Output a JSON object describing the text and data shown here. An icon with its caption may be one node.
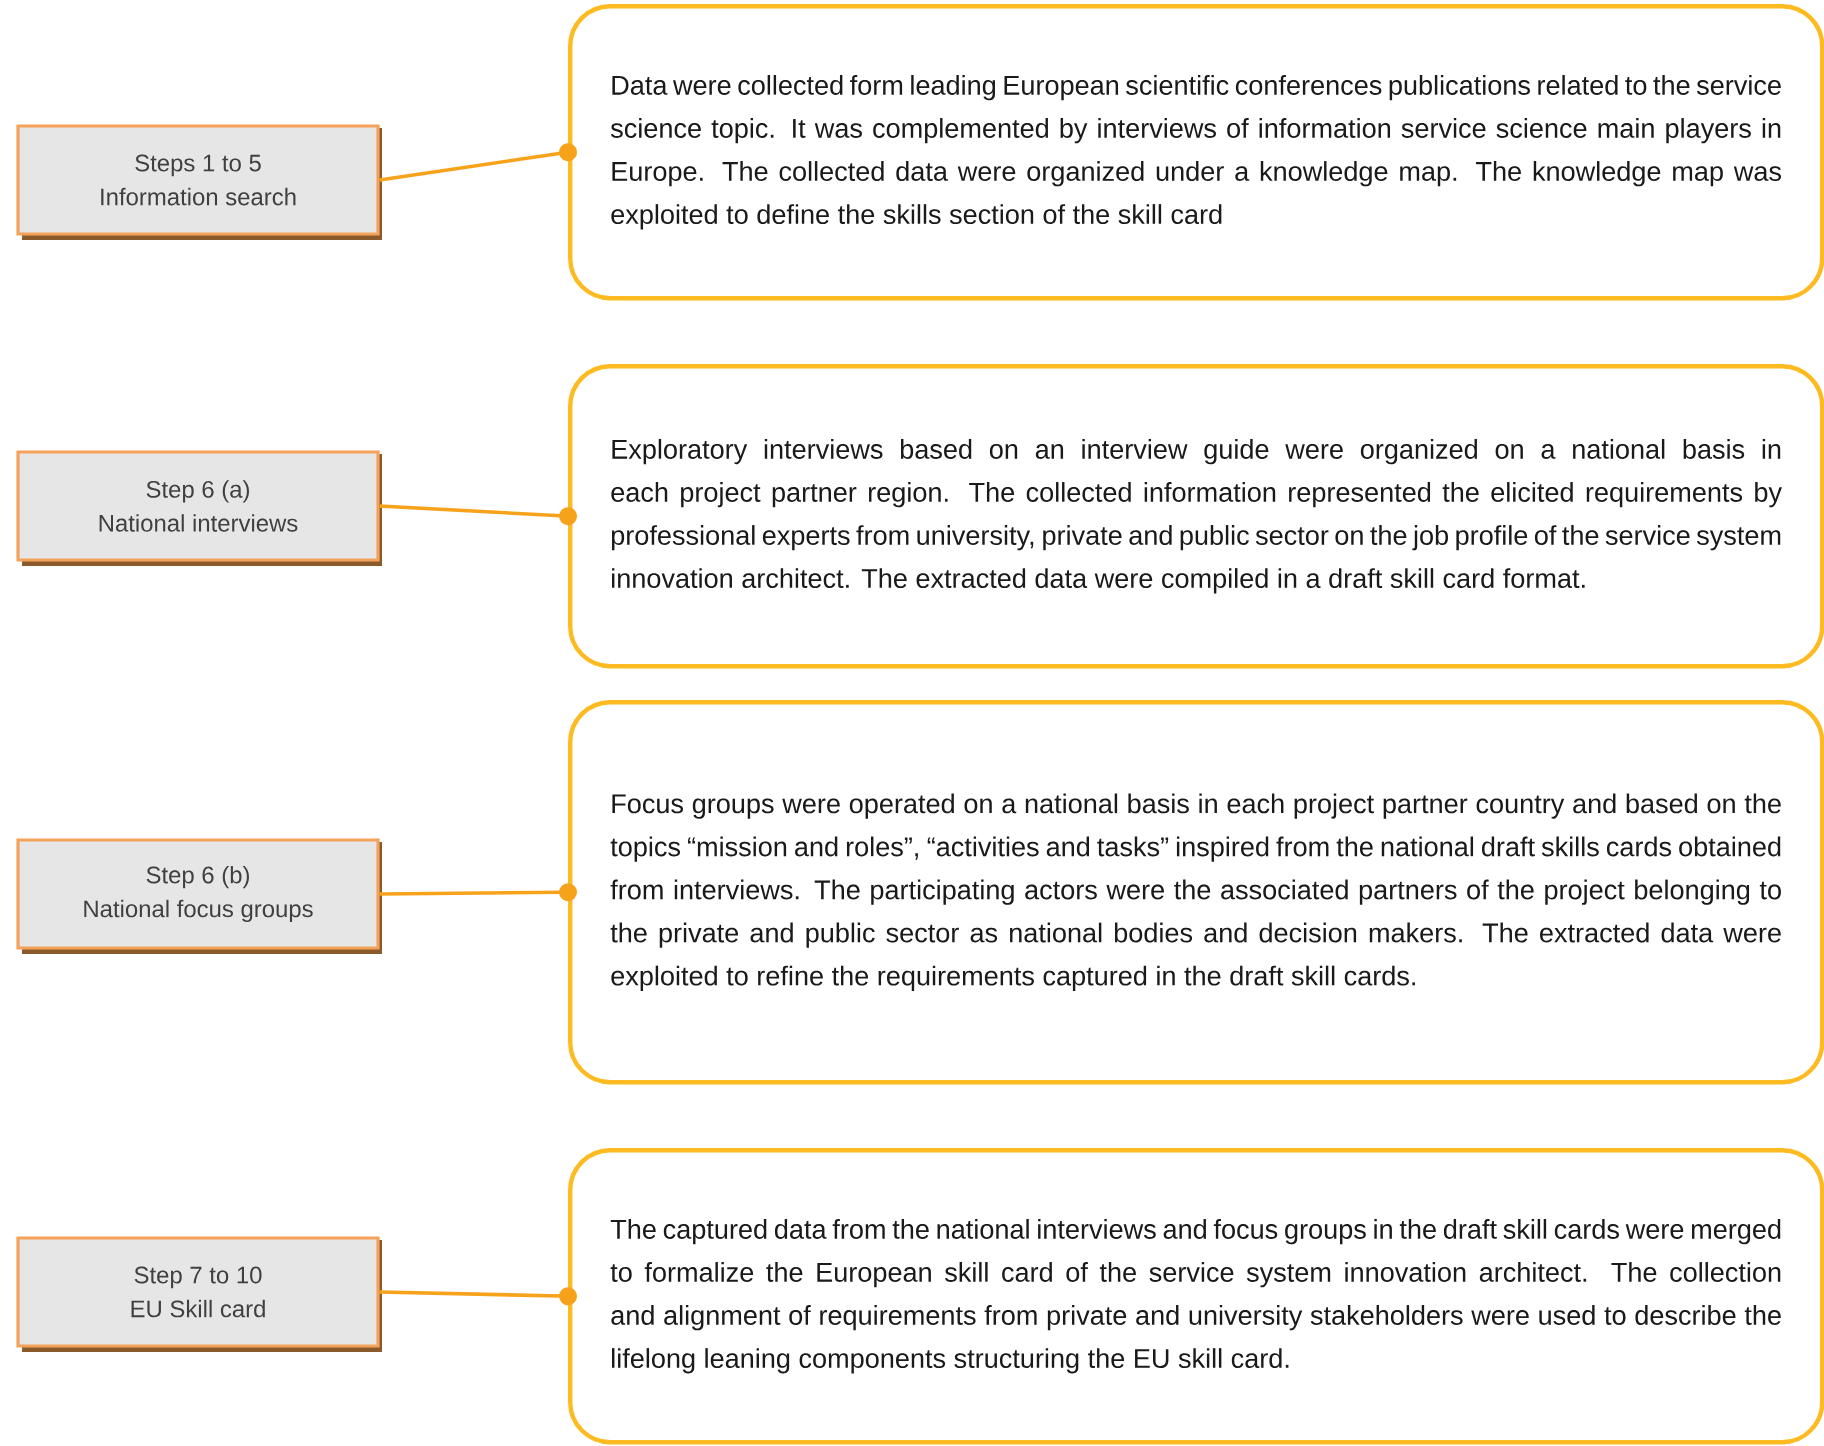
{
  "diagram": {
    "nodes": [
      {
        "text": [
          "Steps 1 to 5",
          "Information search"
        ]
      },
      {
        "text": [
          "Data were collected form leading European scientific conferences publications related to the service science topic. It was complemented by interviews of information service science main players in Europe. The collected data were organized under a knowledge map. The knowledge map was exploited to define the skills section of the skill card"
        ]
      },
      {
        "text": [
          "Step 6 (a)",
          "National interviews"
        ]
      },
      {
        "text": [
          "Exploratory interviews based on an interview guide were organized on a national basis in each project partner region. The collected information represented the elicited requirements by professional experts from university, private and public sector on the job profile of the service system innovation architect. The extracted data were compiled in a draft skill card format."
        ]
      },
      {
        "text": [
          "Step 6 (b)",
          "National focus groups"
        ]
      },
      {
        "text": [
          "Focus groups were operated on a national basis in each project partner country and based on the topics “mission and roles”, “activities and tasks” inspired from the national draft skills cards obtained from interviews. The participating actors were the associated partners of the project belonging to the private and public sector as national bodies and decision makers. The extracted data were exploited to refine the requirements captured in the draft skill cards."
        ]
      },
      {
        "text": [
          "Step 7 to 10",
          "EU Skill card"
        ]
      },
      {
        "text": [
          "The captured data from the national interviews and focus groups in the draft skill cards were merged to formalize the European skill card of the service system innovation architect. The collection and alignment of requirements from private and university stakeholders were used to describe the lifelong leaning components  structuring the EU skill card."
        ]
      }
    ],
    "edges": [
      {
        "from": 0,
        "to": 1,
        "arrow": "other"
      },
      {
        "from": 2,
        "to": 3,
        "arrow": "other"
      },
      {
        "from": 4,
        "to": 5,
        "arrow": "other"
      },
      {
        "from": 6,
        "to": 7,
        "arrow": "other"
      }
    ]
  }
}
